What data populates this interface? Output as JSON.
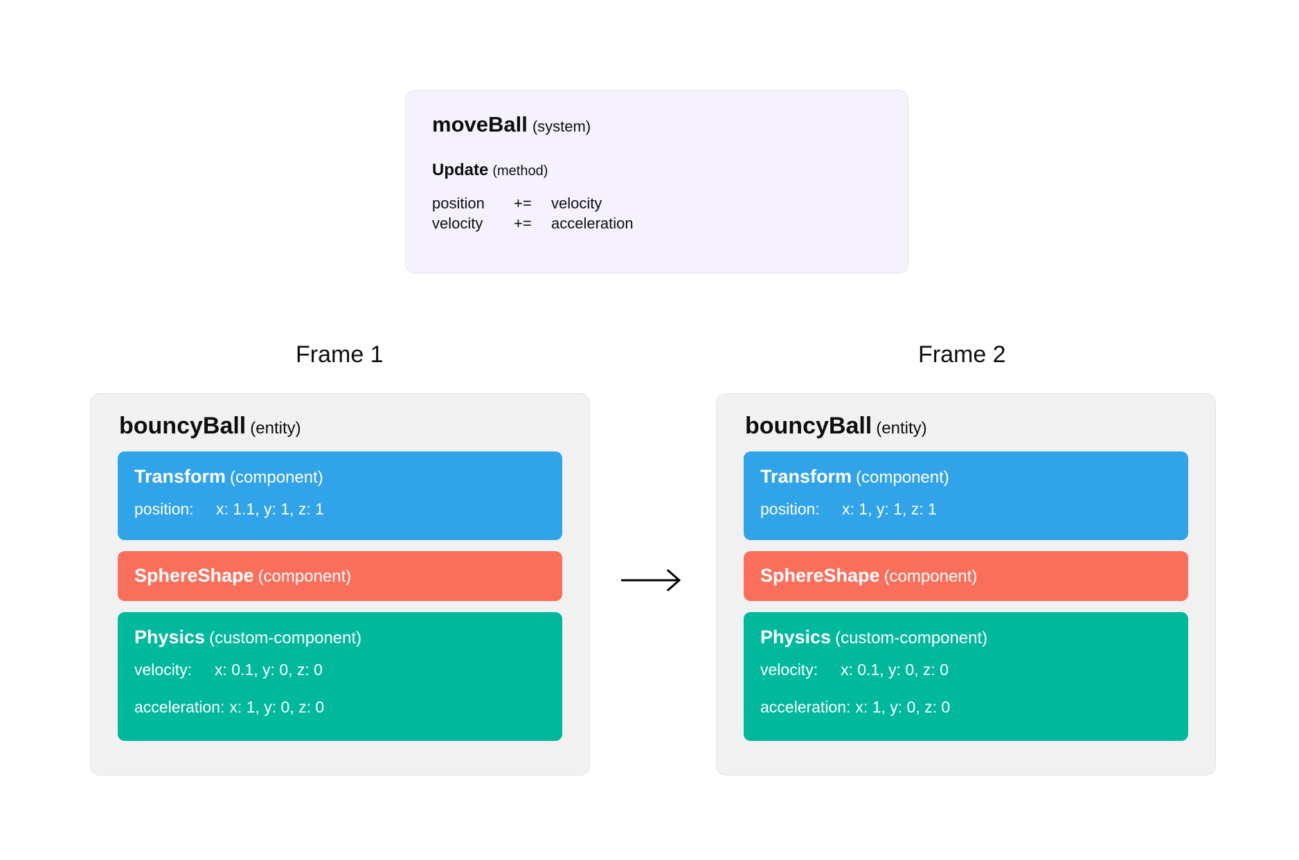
{
  "system": {
    "name": "moveBall",
    "kind": "(system)",
    "method_name": "Update",
    "method_kind": "(method)",
    "statements": [
      {
        "lhs": "position",
        "op": "+=",
        "rhs": "velocity"
      },
      {
        "lhs": "velocity",
        "op": "+=",
        "rhs": "acceleration"
      }
    ]
  },
  "arrow": {
    "icon": "arrow-right-icon"
  },
  "frames": [
    {
      "label": "Frame 1",
      "entity": {
        "name": "bouncyBall",
        "kind": "(entity)",
        "components": [
          {
            "name": "Transform",
            "kind": "(component)",
            "color": "#31a3e8",
            "fields": [
              {
                "label": "position:",
                "value": "x: 1.1, y: 1, z: 1"
              }
            ]
          },
          {
            "name": "SphereShape",
            "kind": "(component)",
            "color": "#fa6f5c",
            "fields": []
          },
          {
            "name": "Physics",
            "kind": "(custom-component)",
            "color": "#00b89c",
            "fields": [
              {
                "label": "velocity:",
                "value": "x: 0.1, y: 0, z: 0"
              },
              {
                "label": "acceleration:",
                "value": " x: 1, y: 0, z: 0"
              }
            ]
          }
        ]
      }
    },
    {
      "label": "Frame 2",
      "entity": {
        "name": "bouncyBall",
        "kind": "(entity)",
        "components": [
          {
            "name": "Transform",
            "kind": "(component)",
            "color": "#31a3e8",
            "fields": [
              {
                "label": "position:",
                "value": "x: 1, y: 1, z: 1"
              }
            ]
          },
          {
            "name": "SphereShape",
            "kind": "(component)",
            "color": "#fa6f5c",
            "fields": []
          },
          {
            "name": "Physics",
            "kind": "(custom-component)",
            "color": "#00b89c",
            "fields": [
              {
                "label": "velocity:",
                "value": "x: 0.1, y: 0, z: 0"
              },
              {
                "label": "acceleration:",
                "value": " x: 1, y: 0, z: 0"
              }
            ]
          }
        ]
      }
    }
  ],
  "colors": {
    "system_bg": "#f5f2fd",
    "card_bg": "#f1f1f1",
    "transform": "#31a3e8",
    "sphere": "#fa6f5c",
    "physics": "#00b89c",
    "text": "#0d0d0d"
  }
}
